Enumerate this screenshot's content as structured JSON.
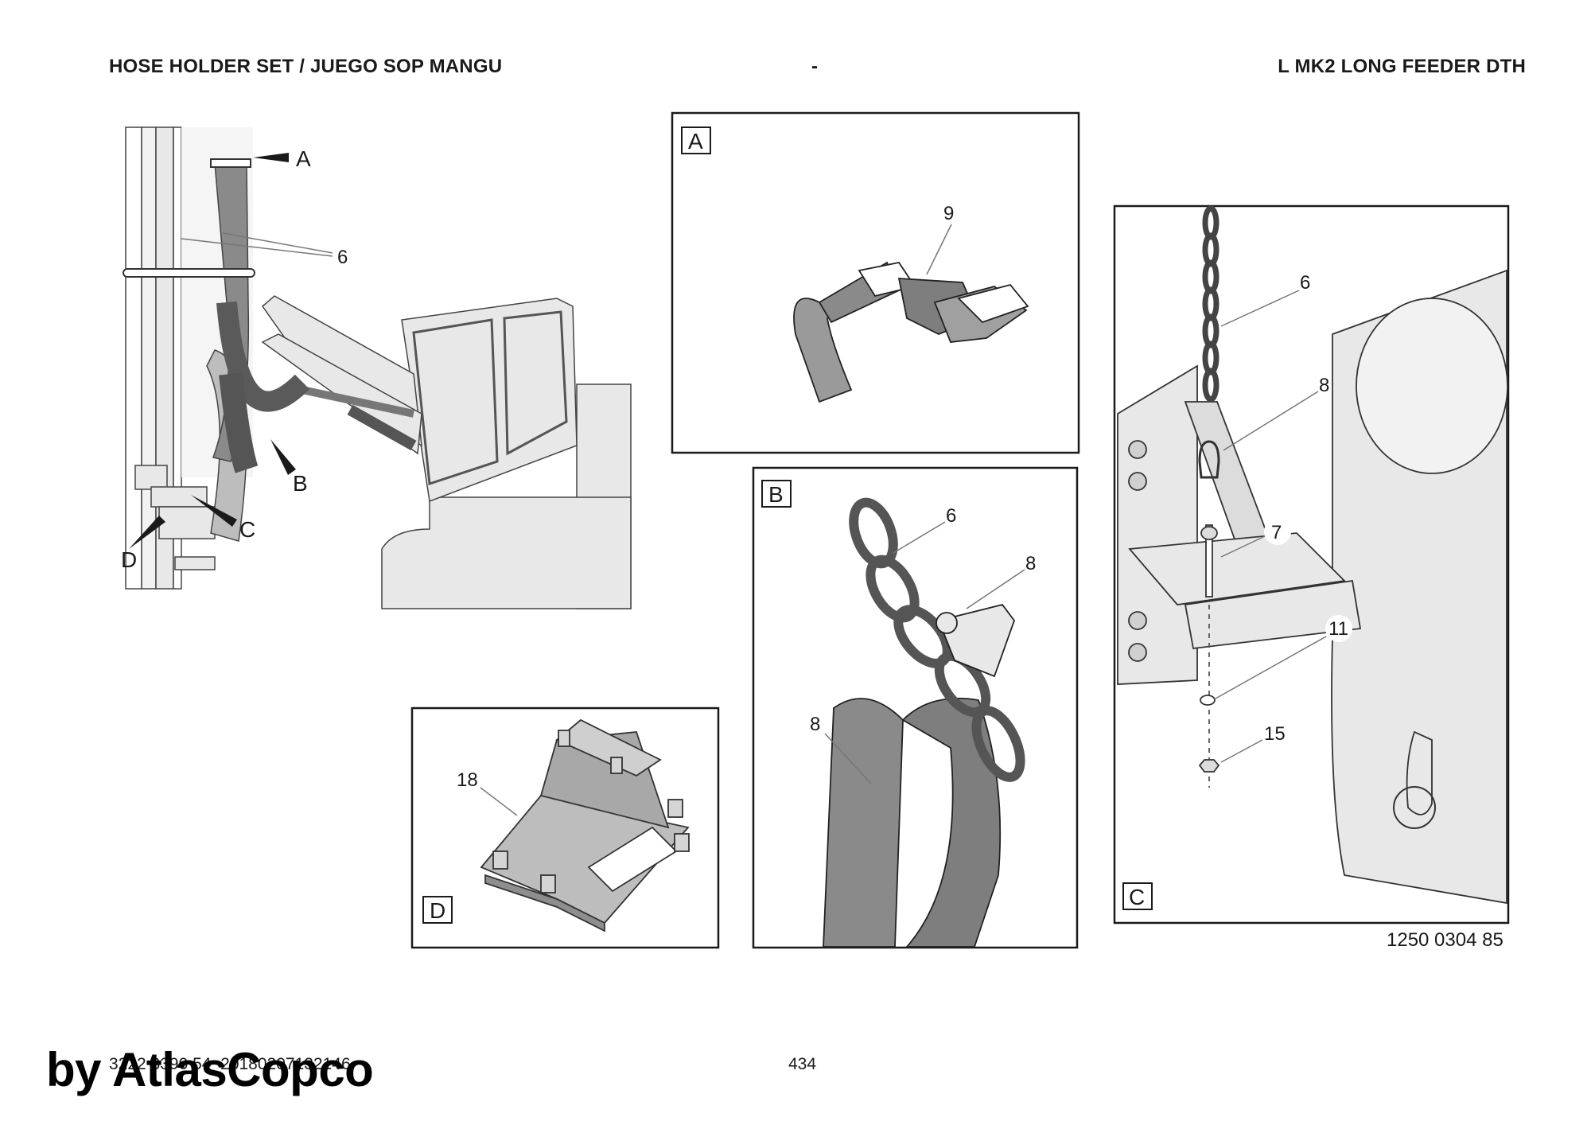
{
  "header": {
    "left": "HOSE HOLDER SET / JUEGO SOP MANGU",
    "middle": "-",
    "right": "L MK2 LONG FEEDER DTH"
  },
  "overview": {
    "callouts": {
      "a": "A",
      "b": "B",
      "c": "C",
      "d": "D",
      "part": "6"
    }
  },
  "detail_a": {
    "label": "A",
    "callouts": {
      "strap": "9"
    }
  },
  "detail_b": {
    "label": "B",
    "callouts": {
      "chain": "6",
      "shackle": "8",
      "sling": "8"
    }
  },
  "detail_c": {
    "label": "C",
    "callouts": {
      "chain": "6",
      "shackle": "8",
      "pin": "7",
      "washer": "11",
      "nut": "15"
    }
  },
  "detail_d": {
    "label": "D",
    "callouts": {
      "clamp": "18"
    }
  },
  "figure_number": "1250 0304 85",
  "footer": {
    "doc_id": "3222 3390 54_20180207132146",
    "page": "434",
    "watermark": "by AtlasCopco"
  },
  "colors": {
    "line": "#1a1a1a",
    "fill_light": "#e8e8e8",
    "fill_mid": "#9a9a9a",
    "fill_dark": "#6e6e6e"
  }
}
